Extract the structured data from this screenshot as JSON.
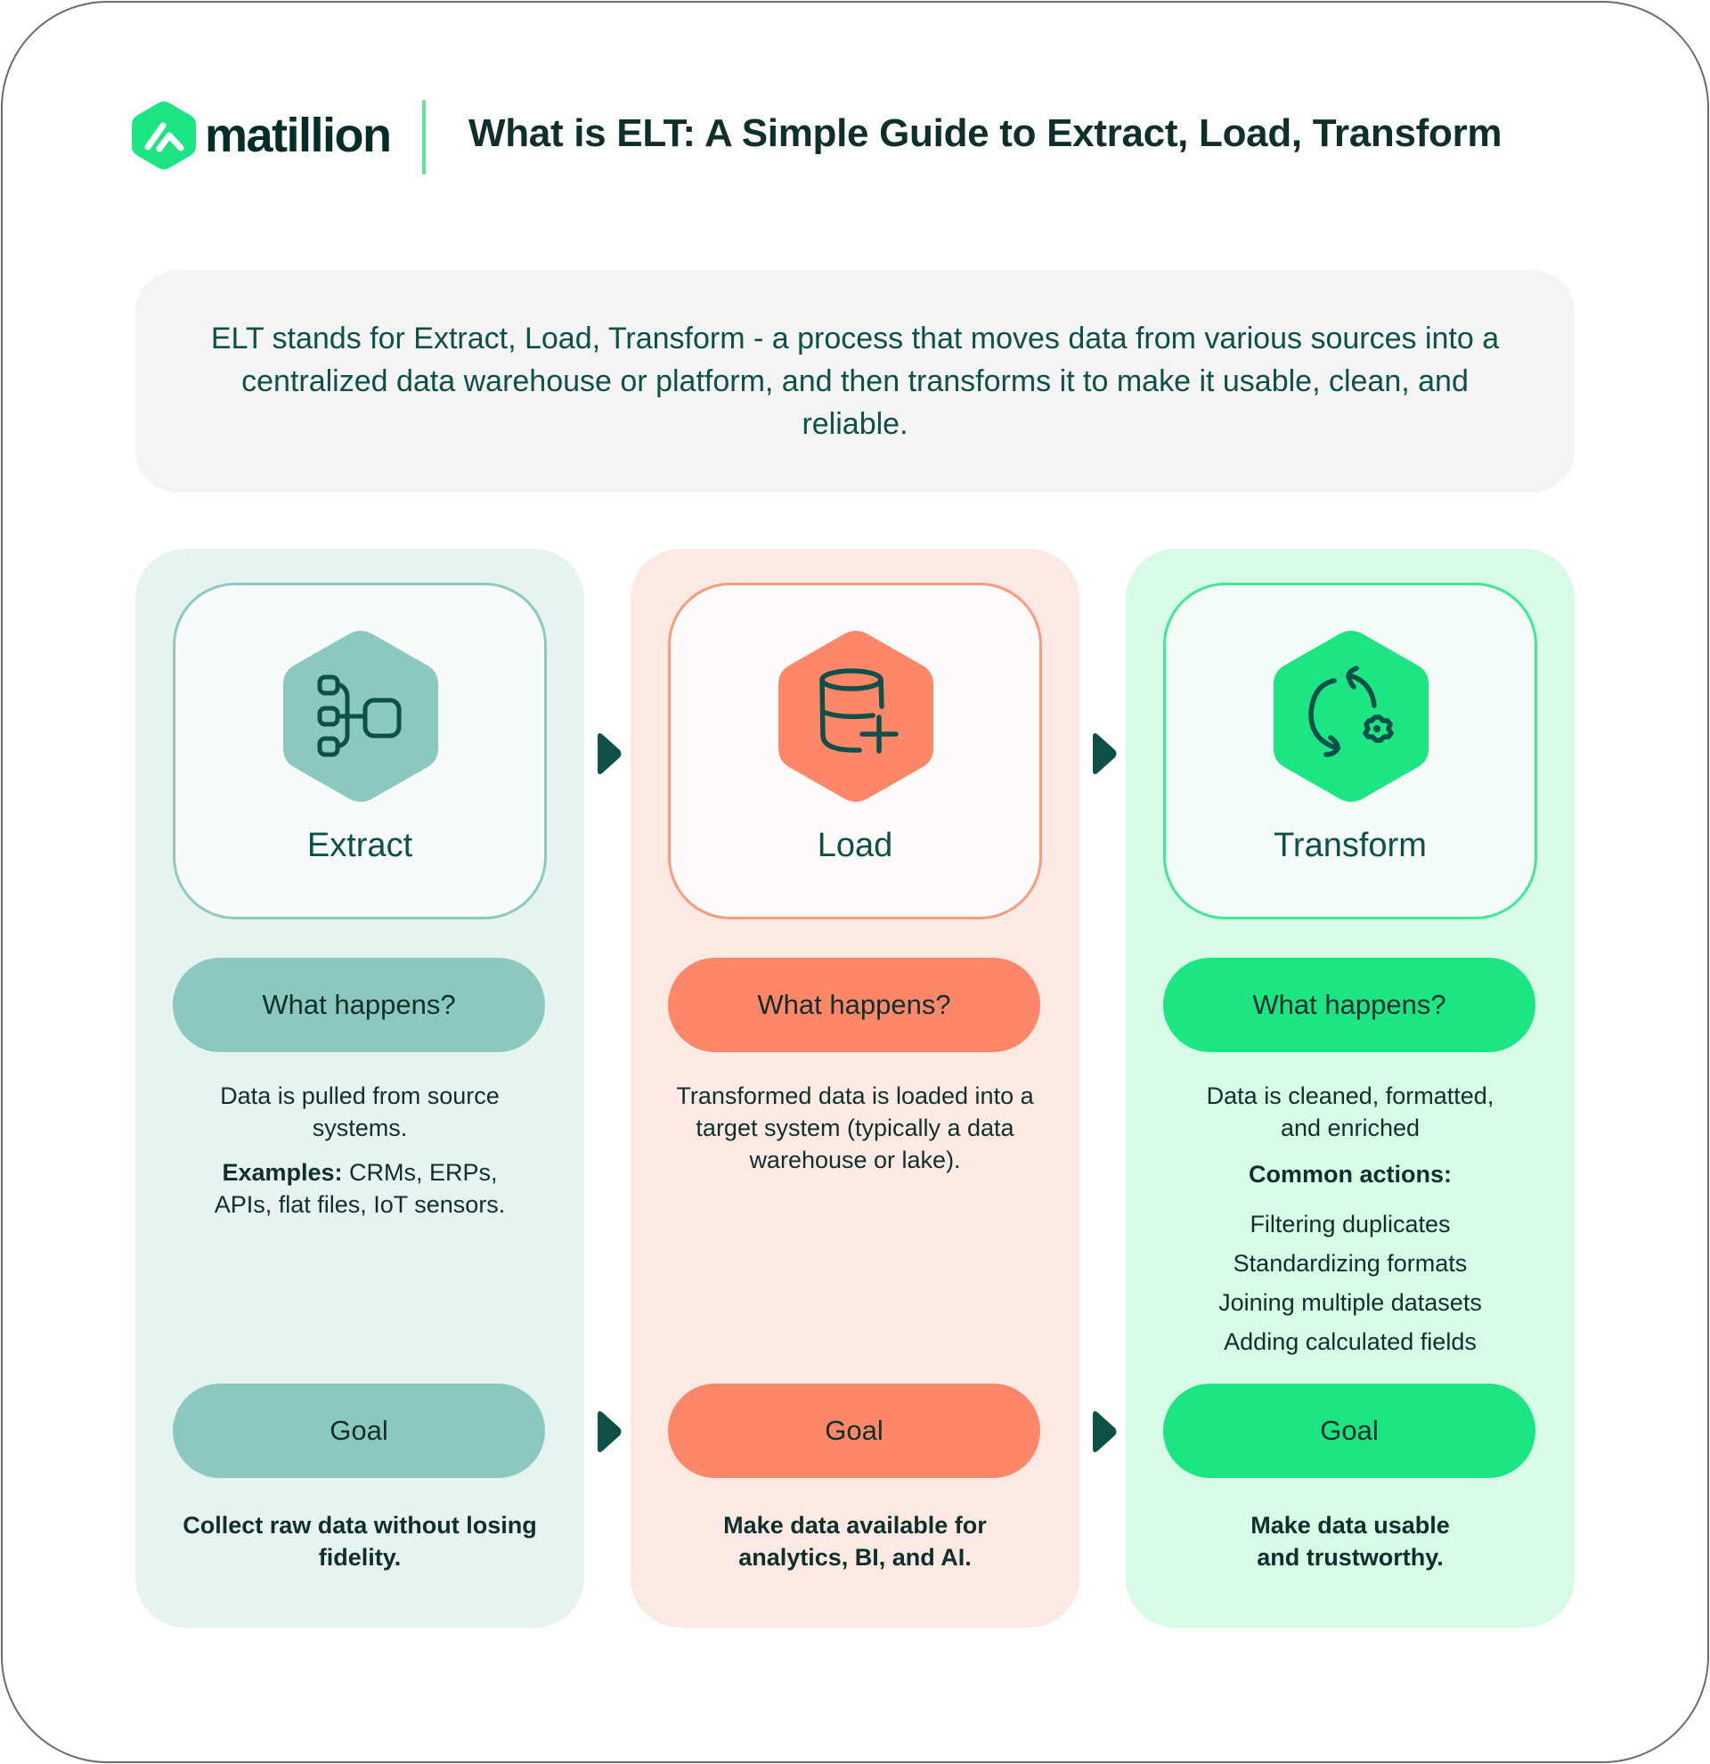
{
  "header": {
    "logo_text": "matillion",
    "title": "What is ELT: A Simple Guide to Extract, Load, Transform"
  },
  "intro": {
    "text": "ELT stands for Extract, Load, Transform - a process that moves data from various sources into a centralized data warehouse or platform, and then transforms it to make it usable, clean, and reliable."
  },
  "colors": {
    "extract_accent": "#8bc8bf",
    "extract_bg": "#e6f3f1",
    "load_accent": "#ff8769",
    "load_bg": "#fde9e4",
    "transform_accent": "#1be683",
    "transform_bg": "#d8fbe8",
    "text_dark": "#0f2f2b",
    "icon_stroke": "#0d5048",
    "arrow": "#0d5048"
  },
  "stages": [
    {
      "name": "Extract",
      "icon": "data-sources-merge-icon",
      "what_label": "What happens?",
      "description": "Data is pulled from source systems.",
      "examples_label": "Examples:",
      "examples_text": "CRMs, ERPs, APIs, flat files, IoT sensors.",
      "goal_label": "Goal",
      "goal_text": "Collect raw data without losing fidelity."
    },
    {
      "name": "Load",
      "icon": "database-plus-icon",
      "what_label": "What happens?",
      "description": "Transformed data is loaded into a target system (typically a data warehouse or lake).",
      "goal_label": "Goal",
      "goal_text": "Make data available for analytics, BI, and AI."
    },
    {
      "name": "Transform",
      "icon": "refresh-gear-icon",
      "what_label": "What happens?",
      "description": "Data is cleaned, formatted, and enriched",
      "actions_label": "Common actions:",
      "actions": [
        "Filtering duplicates",
        "Standardizing formats",
        "Joining multiple datasets",
        "Adding calculated fields"
      ],
      "goal_label": "Goal",
      "goal_text": "Make data usable and trustworthy."
    }
  ]
}
